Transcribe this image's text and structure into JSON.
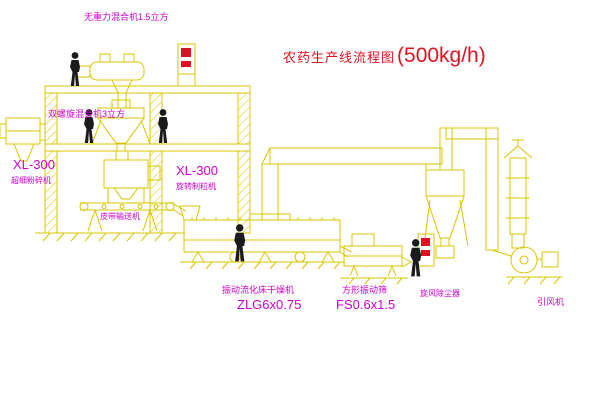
{
  "title": {
    "text": "农药生产线流程图",
    "capacity": "(500kg/h)"
  },
  "labels": {
    "top_mixer": "无重力混合机1.5立方",
    "spiral_mixer": "双螺旋混合机3立方",
    "pulverizer_model": "XL-300",
    "pulverizer_name": "超细粉碎机",
    "granulator_model": "XL-300",
    "granulator_name": "旋转制粒机",
    "belt_conveyor": "皮带输送机",
    "dryer_name": "振动流化床干燥机",
    "dryer_model": "ZLG6x0.75",
    "screen_name": "方形振动筛",
    "screen_model": "FS0.6x1.5",
    "cyclone_name": "旋风除尘器",
    "fan_name": "引风机"
  },
  "colors": {
    "line": "#d8c500",
    "label": "#cc00cc",
    "title": "#e01322",
    "figure": "#1b1b1b",
    "background": "#ffffff"
  }
}
